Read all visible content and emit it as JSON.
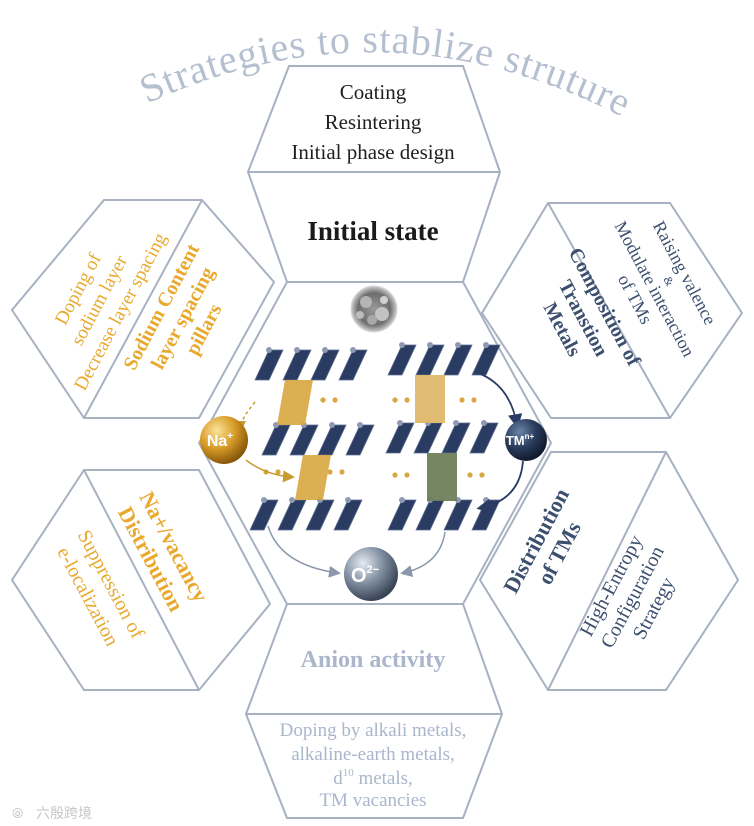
{
  "title": "Strategies to  stablize struture",
  "top": {
    "heading": "Initial state",
    "items": [
      "Coating",
      "Resintering",
      "Initial phase design"
    ]
  },
  "upper_left": {
    "heading_lines": [
      "Sodium Content",
      "layer spacing",
      "pillars"
    ],
    "items": [
      "Doping of",
      "sodium layer",
      "Decrease layer spacing"
    ]
  },
  "upper_right": {
    "heading_lines": [
      "Composition of",
      "Transtion",
      "Metals"
    ],
    "items": [
      "Raising valence",
      "&",
      "Modulate interaction",
      "of TMs"
    ]
  },
  "lower_left": {
    "heading_lines": [
      "Na+/vacancy",
      "Distribution"
    ],
    "items": [
      "Suppression of",
      "e-localization"
    ]
  },
  "lower_right": {
    "heading_lines": [
      "Distribution",
      "of TMs"
    ],
    "items": [
      "High-Entropy",
      "Configuration",
      "Strategy"
    ]
  },
  "bottom": {
    "heading": "Anion activity",
    "items": [
      "Doping by alkali metals,",
      "alkaline-earth metals,",
      "d",
      "10",
      " metals,",
      "TM vacancies"
    ]
  },
  "center": {
    "na_label": "Na",
    "na_sup": "+",
    "tm_label": "TM",
    "tm_sup": "n+",
    "o_label": "O",
    "o_sup": "2−"
  },
  "watermark": "六殷跨境",
  "colors": {
    "gold": "#e8a92e",
    "slate": "#3c4f6e",
    "light_slate": "#a9b6cc",
    "hex_stroke": "#a7b1c2",
    "octahedra": "#2b3c63",
    "pillar_gold": "#d9a640",
    "pillar_green": "#6f7e5a"
  }
}
